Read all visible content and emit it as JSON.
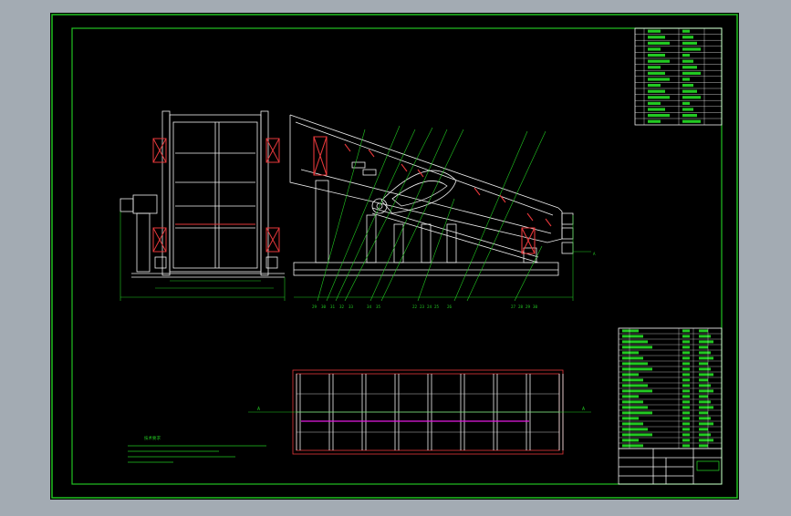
{
  "colors": {
    "background": "#a3abb3",
    "sheet": "#000000",
    "frame": "#21c121",
    "geometry": "#f0f0f0",
    "red": "#e4373a",
    "green": "#22c922",
    "magenta": "#e21ae1",
    "cyan": "#35d6e2"
  },
  "drawing": {
    "section_marker": "A",
    "part_numbers_left": [
      "29",
      "30",
      "31",
      "32",
      "33",
      "34",
      "35"
    ],
    "part_numbers_mid": [
      "22",
      "23",
      "24",
      "25",
      "26"
    ],
    "part_numbers_right": [
      "27",
      "28",
      "29",
      "30"
    ],
    "tech_title": "技术要求"
  }
}
